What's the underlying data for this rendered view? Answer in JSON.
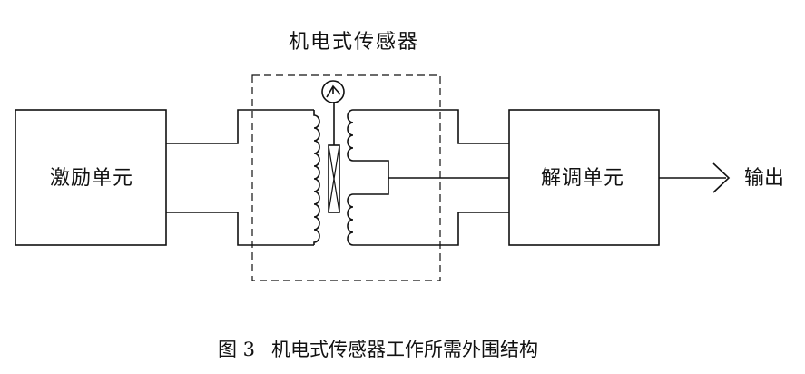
{
  "sensor_title": "机电式传感器",
  "blocks": {
    "excitation": "激励单元",
    "demodulation": "解调单元"
  },
  "output_label": "输出",
  "caption": {
    "figure_number": "图 3",
    "text": "机电式传感器工作所需外围结构"
  }
}
